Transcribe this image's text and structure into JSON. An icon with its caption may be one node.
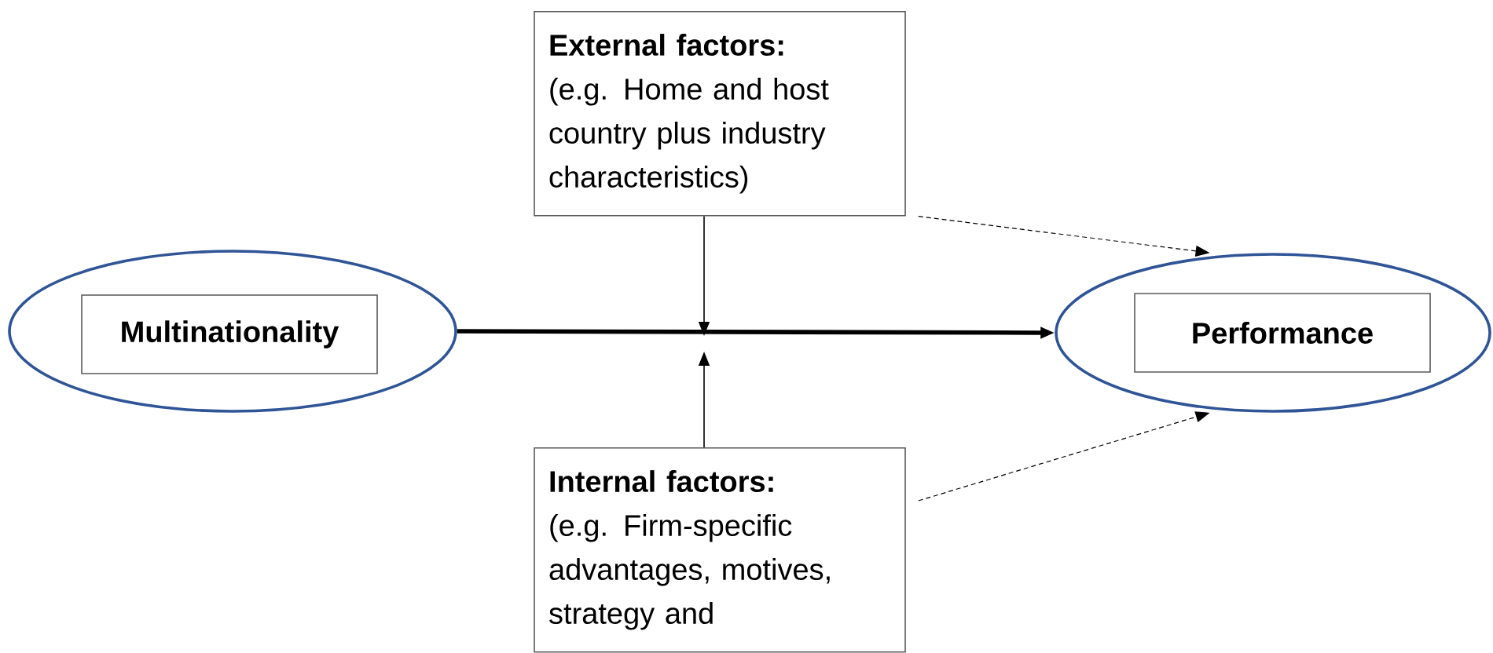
{
  "diagram": {
    "nodes": [
      {
        "text": [],
        "shape": "ellipse"
      },
      {
        "text": [
          "Multinationality"
        ],
        "in": 0
      },
      {
        "text": [
          "External factors:",
          "(e.g. Home and host country plus industry characteristics)"
        ]
      },
      {
        "text": [],
        "shape": "ellipse"
      },
      {
        "text": [
          "Performance"
        ],
        "in": 3
      },
      {
        "text": [
          "Internal factors:",
          "(e.g. Firm-specific advantages, motives, strategy and"
        ]
      }
    ],
    "edges": [
      {
        "from": 0,
        "to": 3,
        "arrow": "to",
        "style": "thick"
      },
      {
        "from": 2,
        "to": null,
        "arrow": "to"
      },
      {
        "from": 5,
        "to": null,
        "arrow": "to"
      },
      {
        "from": 2,
        "to": 3,
        "arrow": "to",
        "style": "dashed"
      },
      {
        "from": 5,
        "to": 3,
        "arrow": "to",
        "style": "dashed"
      }
    ]
  }
}
